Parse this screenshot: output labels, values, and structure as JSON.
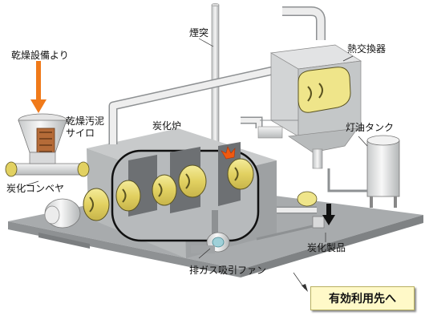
{
  "labels": {
    "dryer_input": "乾燥設備より",
    "chimney": "煙突",
    "heat_exchanger": "熱交換器",
    "dried_sludge_silo": "乾燥汚泥\nサイロ",
    "carbonization_furnace": "炭化炉",
    "kerosene_tank": "灯油タンク",
    "carbonization_conveyor": "炭化コンベヤ",
    "carbonized_product": "炭化製品",
    "exhaust_fan": "排ガス吸引ファン",
    "destination": "有効利用先へ"
  },
  "colors": {
    "floor": "#a8abad",
    "machine": "#b9bcbe",
    "duct": "#e9eaea",
    "drum": "#efe58a",
    "input_arrow": "#f07a1a",
    "flame": "#f05a10",
    "destination_box": "#fff9c8"
  }
}
